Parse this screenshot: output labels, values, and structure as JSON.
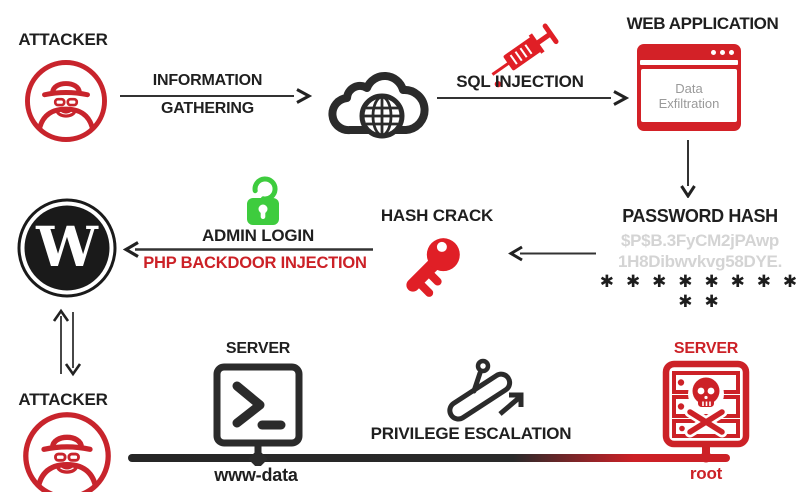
{
  "colors": {
    "red": "#cc2127",
    "bright_red": "#e01f26",
    "dark": "#2b2b2b",
    "green": "#3ecc3e",
    "hash_gray": "#d4d4d4",
    "window_text_gray": "#9a9a9a"
  },
  "top_row": {
    "attacker_label": "ATTACKER",
    "arrow_label_line1": "INFORMATION",
    "arrow_label_line2": "GATHERING",
    "sql_arrow_label": "SQL INJECTION",
    "web_application": {
      "title": "WEB APPLICATION",
      "window_text_line1": "Data",
      "window_text_line2": "Exfiltration"
    }
  },
  "middle_row": {
    "password_hash": {
      "title": "PASSWORD HASH",
      "hash_line1": "$P$B.3FyCM2jPAwp",
      "hash_line2": "1H8Dibwvkvg58DYE.",
      "masked": "✱ ✱ ✱ ✱ ✱ ✱ ✱ ✱ ✱ ✱"
    },
    "hash_crack_label": "HASH CRACK",
    "admin_login_label": "ADMIN LOGIN",
    "php_backdoor_label": "PHP BACKDOOR INJECTION",
    "wordpress_w": "W"
  },
  "bottom_row": {
    "attacker_label": "ATTACKER",
    "server_left": {
      "title": "SERVER",
      "user": "www-data"
    },
    "privilege_escalation_label": "PRIVILEGE ESCALATION",
    "server_right": {
      "title": "SERVER",
      "user": "root"
    }
  }
}
